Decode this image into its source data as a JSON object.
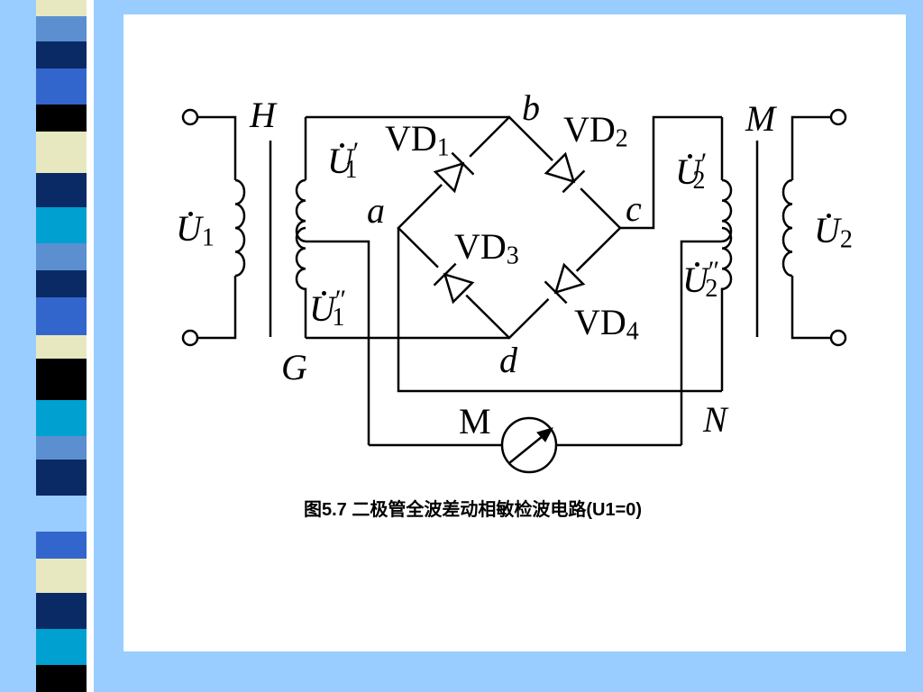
{
  "diagram": {
    "caption": "图5.7 二极管全波差动相敏检波电路(U1=0)",
    "nodes": {
      "H": "H",
      "G": "G",
      "M": "M",
      "N": "N",
      "a": "a",
      "b": "b",
      "c": "c",
      "d": "d"
    },
    "diodes": {
      "vd1": "1",
      "vd2": "2",
      "vd3": "3",
      "vd4": "4"
    },
    "diode_prefix": "VD",
    "voltages": {
      "u1": {
        "base": "U",
        "sub": "1",
        "prime": ""
      },
      "u1p": {
        "base": "U",
        "sub": "1",
        "prime": "′"
      },
      "u1pp": {
        "base": "U",
        "sub": "1",
        "prime": "″"
      },
      "u2": {
        "base": "U",
        "sub": "2",
        "prime": ""
      },
      "u2p": {
        "base": "U",
        "sub": "2",
        "prime": "′"
      },
      "u2pp": {
        "base": "U",
        "sub": "2",
        "prime": "″"
      }
    },
    "meter_label": "M",
    "colors": {
      "stripe_dark": "#0a2a66",
      "stripe_blue": "#3366cc",
      "stripe_teal": "#00a0d0",
      "stripe_cream": "#e8e8c0",
      "background": "#99ccff"
    }
  }
}
